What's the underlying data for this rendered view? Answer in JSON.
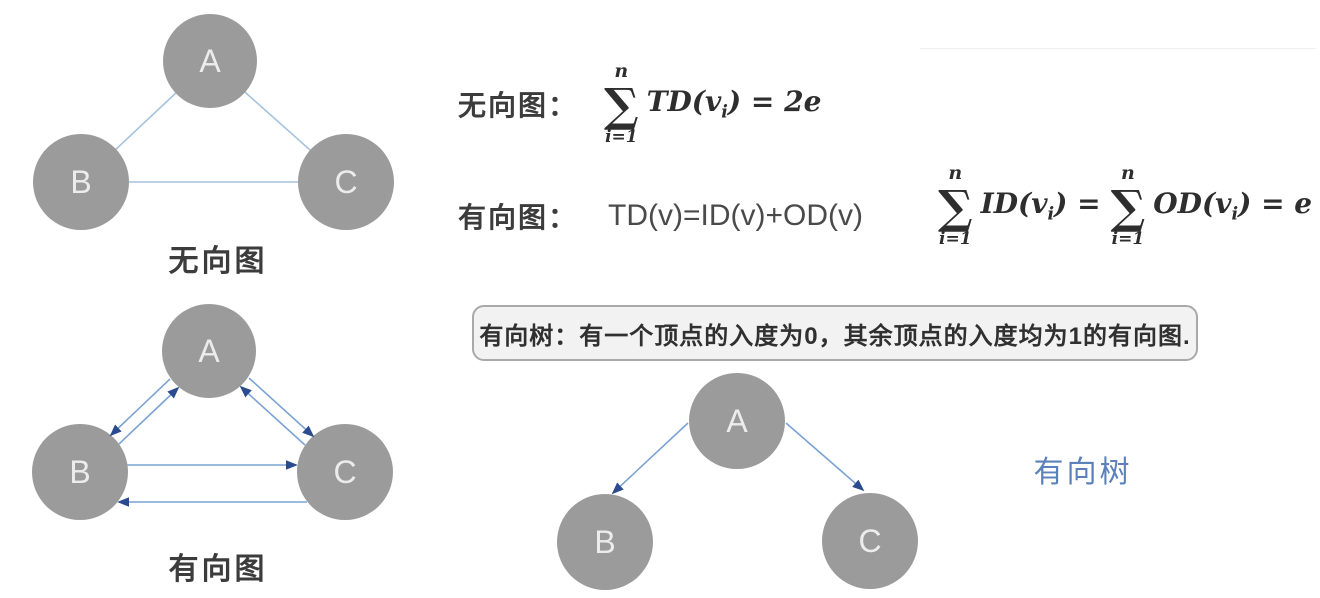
{
  "colors": {
    "background": "#ffffff",
    "node_fill": "#9b9b9b",
    "node_text": "#ececec",
    "undirected_edge": "#a5c2de",
    "directed_edge": "#7aa3d4",
    "arrow_head": "#2a4b8d",
    "caption_text": "#3c3c3c",
    "formula_text": "#2e2e2e",
    "tree_caption": "#5b80ba",
    "box_bg": "#f2f2f2",
    "box_border": "#a9a9a9",
    "box_text": "#303030"
  },
  "graphs": {
    "undirected": {
      "caption": "无向图",
      "nodes": [
        "A",
        "B",
        "C"
      ]
    },
    "directed": {
      "caption": "有向图",
      "nodes": [
        "A",
        "B",
        "C"
      ]
    },
    "tree": {
      "caption": "有向树",
      "nodes": [
        "A",
        "B",
        "C"
      ]
    }
  },
  "formulas": {
    "undirected": {
      "label": "无向图：",
      "sigma": "∑",
      "sigma_top": "n",
      "sigma_bottom": "i=1",
      "body": "TD(v",
      "body_sub": "i",
      "body_close": ") = 2e"
    },
    "directed": {
      "label": "有向图：",
      "expr": "TD(v)=ID(v)+OD(v)"
    },
    "edge_sum": {
      "sigma1": "∑",
      "sigma1_top": "n",
      "sigma1_bottom": "i=1",
      "term1": "ID(v",
      "term1_sub": "i",
      "term1_close": ") =",
      "sigma2": "∑",
      "sigma2_top": "n",
      "sigma2_bottom": "i=1",
      "term2": "OD(v",
      "term2_sub": "i",
      "term2_close": ") = e"
    }
  },
  "definition_box": {
    "text": "有向树：有一个顶点的入度为0，其余顶点的入度均为1的有向图."
  }
}
